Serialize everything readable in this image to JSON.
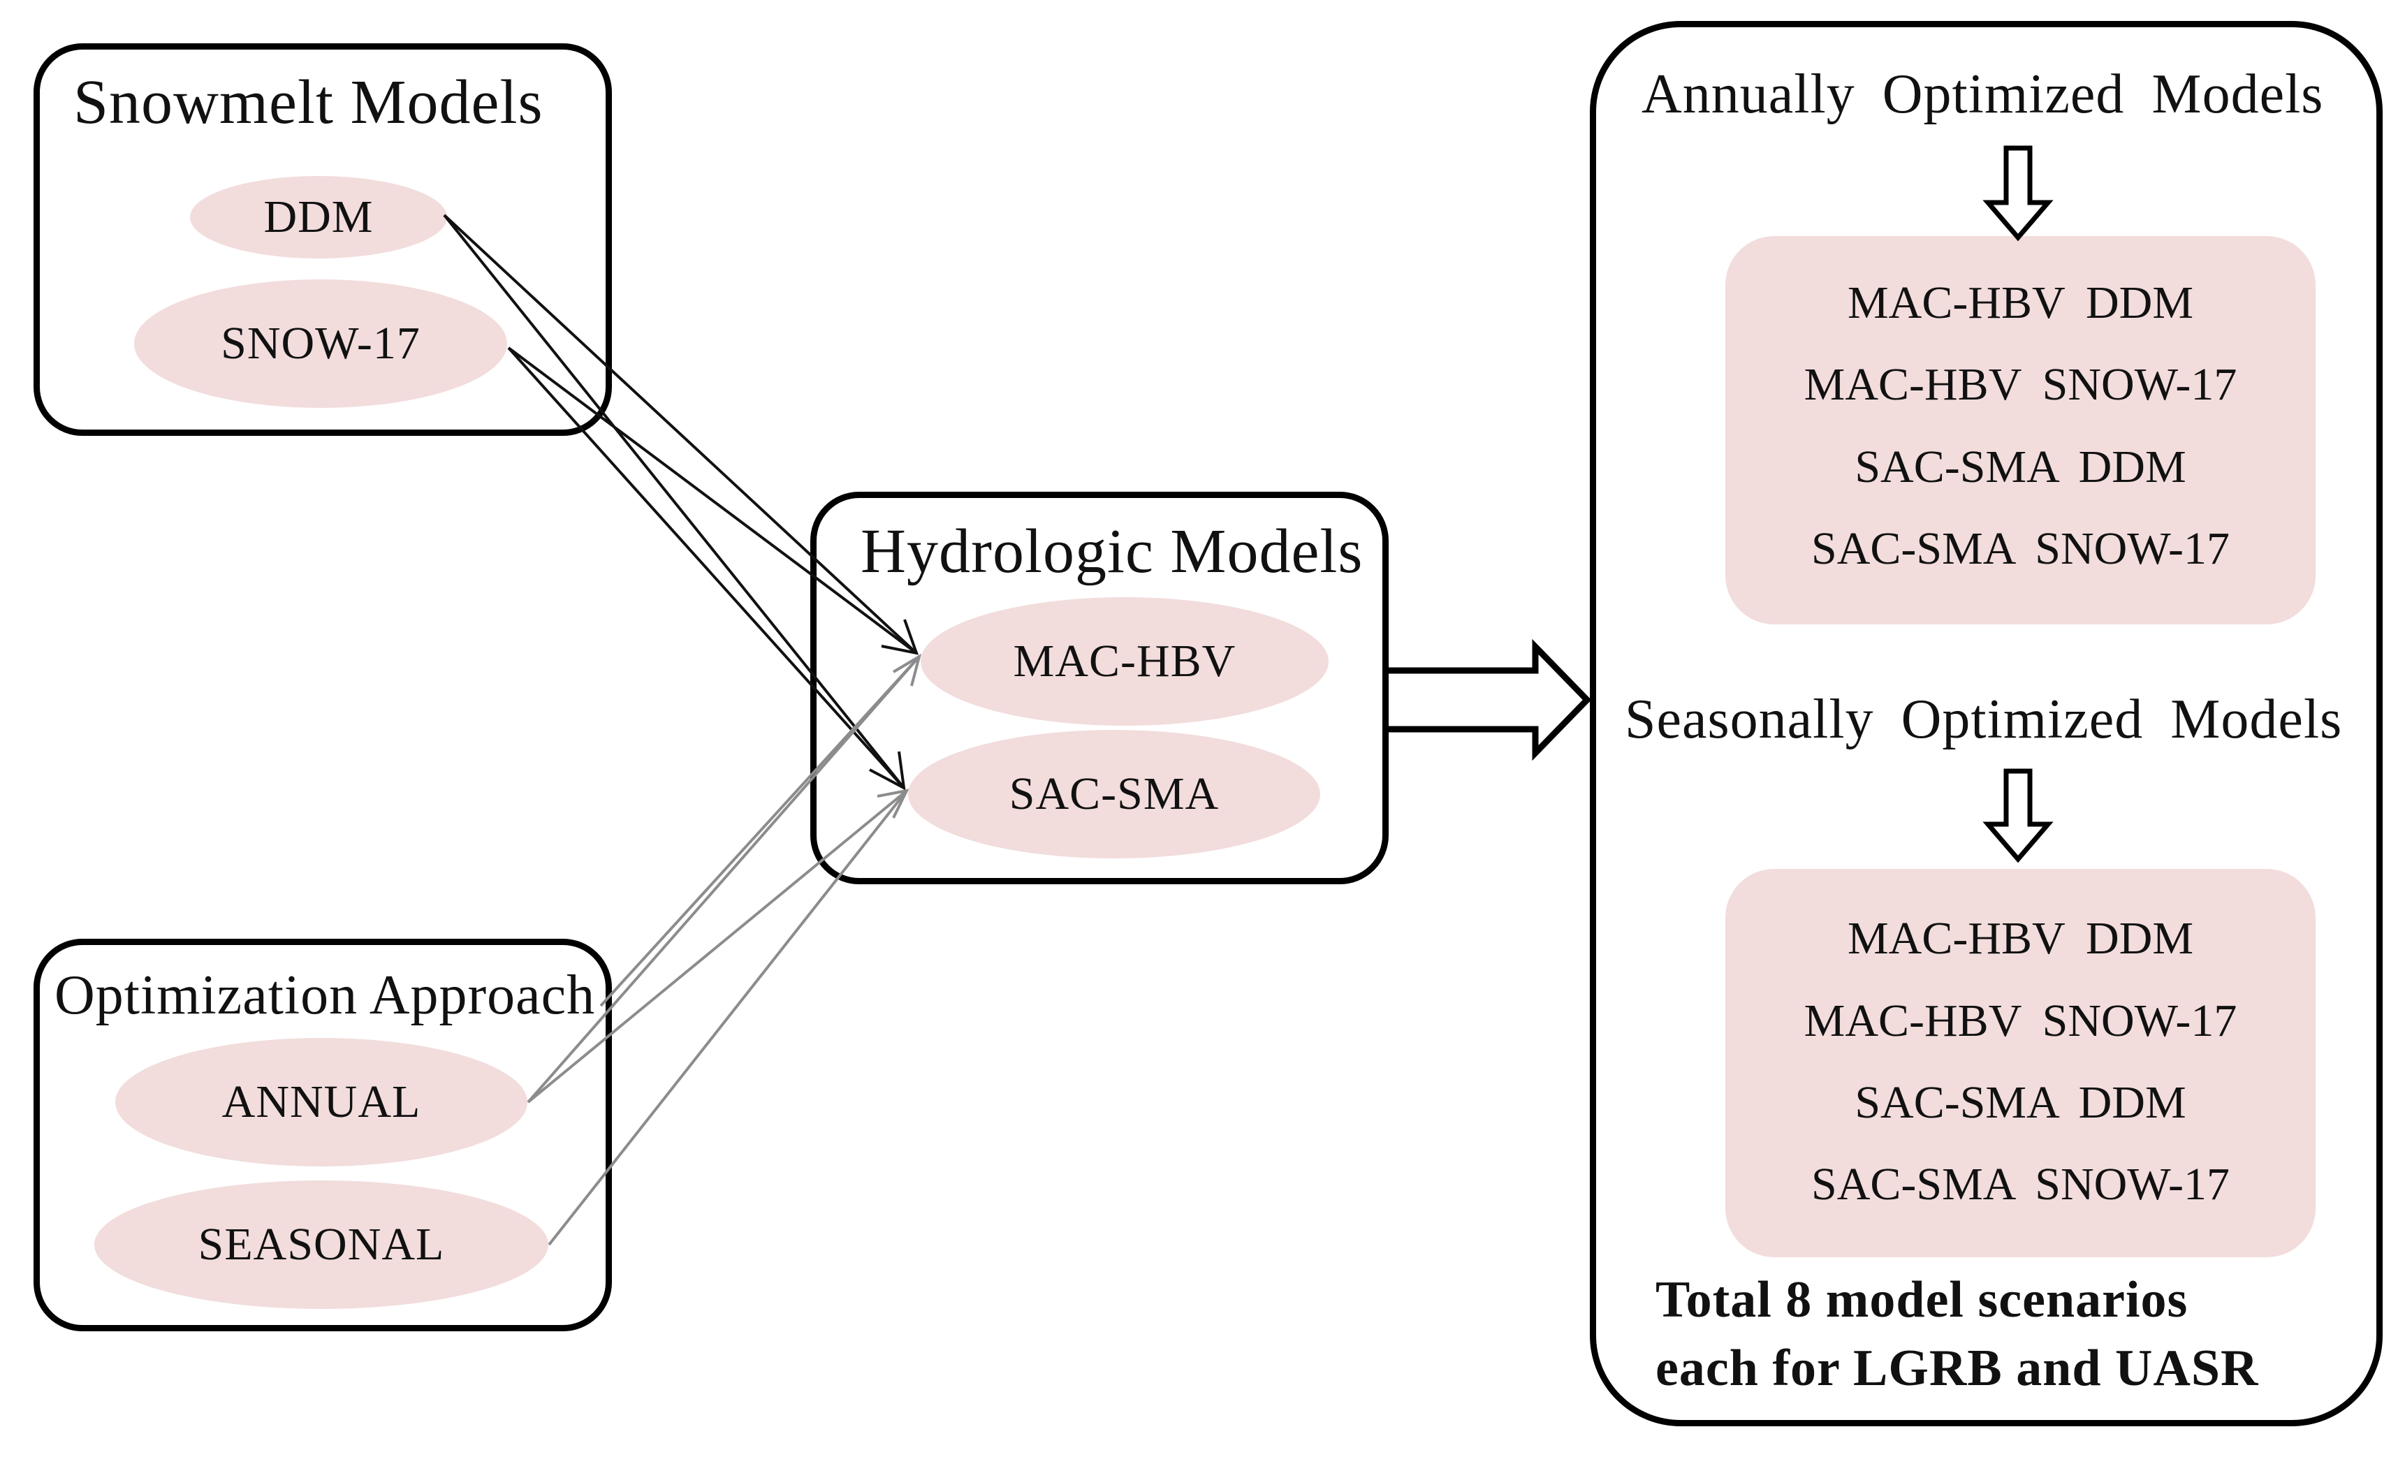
{
  "snowmelt": {
    "title": "Snowmelt Models",
    "items": [
      "DDM",
      "SNOW-17"
    ]
  },
  "optimization": {
    "title": "Optimization Approach",
    "items": [
      "ANNUAL",
      "SEASONAL"
    ]
  },
  "hydrologic": {
    "title": "Hydrologic Models",
    "items": [
      "MAC-HBV",
      "SAC-SMA"
    ]
  },
  "results": {
    "annual_title": "Annually Optimized Models",
    "annual_models": [
      "MAC-HBV DDM",
      "MAC-HBV SNOW-17",
      "SAC-SMA DDM",
      "SAC-SMA SNOW-17"
    ],
    "seasonal_title": "Seasonally Optimized Models",
    "seasonal_models": [
      "MAC-HBV DDM",
      "MAC-HBV SNOW-17",
      "SAC-SMA DDM",
      "SAC-SMA SNOW-17"
    ],
    "total_line1": "Total 8 model scenarios",
    "total_line2": "each for LGRB and UASR"
  },
  "colors": {
    "ellipse_fill": "#f2dcdc",
    "box_stroke": "#000000",
    "connector_gray": "#8c8c8c"
  }
}
